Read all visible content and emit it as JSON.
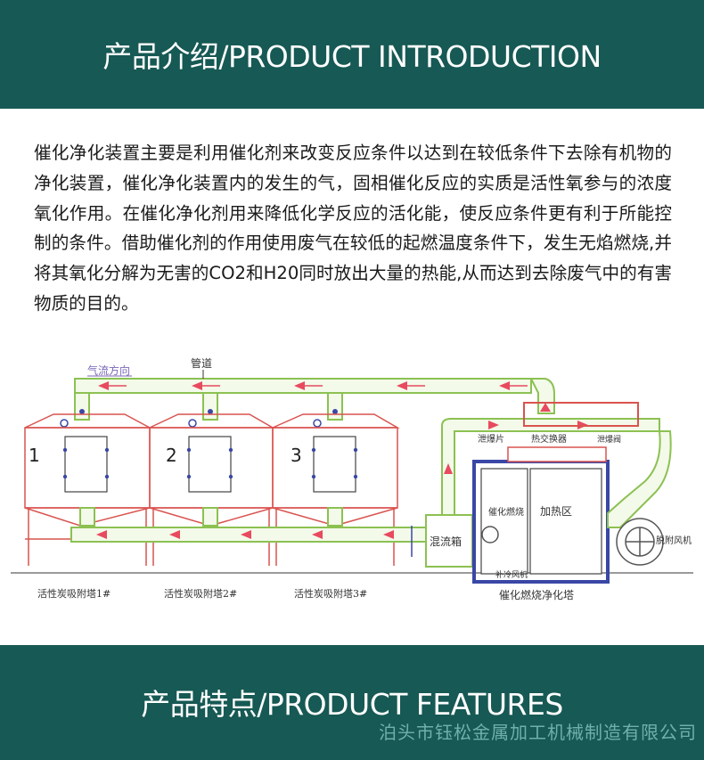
{
  "header": {
    "title": "产品介绍/PRODUCT INTRODUCTION"
  },
  "intro": {
    "text": "催化净化装置主要是利用催化剂来改变反应条件以达到在较低条件下去除有机物的净化装置，催化净化装置内的发生的气，固相催化反应的实质是活性氧参与的浓度氧化作用。在催化净化剂用来降低化学反应的活化能，使反应条件更有利于所能控制的条件。借助催化剂的作用使用废气在较低的起燃温度条件下，发生无焰燃烧,并将其氧化分解为无害的CO2和H20同时放出大量的热能,从而达到去除废气中的有害物质的目的。"
  },
  "diagram": {
    "airflow_label": "气流方向",
    "pipe_label": "管道",
    "tower_numbers": [
      "1",
      "2",
      "3"
    ],
    "tower_labels": [
      "活性炭吸附塔1#",
      "活性炭吸附塔2#",
      "活性炭吸附塔3#"
    ],
    "burst_vent_label": "泄爆片",
    "heat_exchanger_label": "热交换器",
    "burst_valve_label": "泄爆阀",
    "catalytic_label": "催化燃烧",
    "heating_label": "加热区",
    "mixing_box_label": "混流箱",
    "cooling_fan_label": "补冷风机",
    "desorption_fan_label": "脱附风机",
    "purifier_label": "催化燃烧净化塔",
    "colors": {
      "frame": "#d9534f",
      "pipe": "#8cc152",
      "flow": "#e84a5f",
      "vessel": "#3a47a5"
    }
  },
  "footer": {
    "title": "产品特点/PRODUCT FEATURES"
  },
  "watermark": {
    "text": "泊头市钰松金属加工机械制造有限公司"
  }
}
